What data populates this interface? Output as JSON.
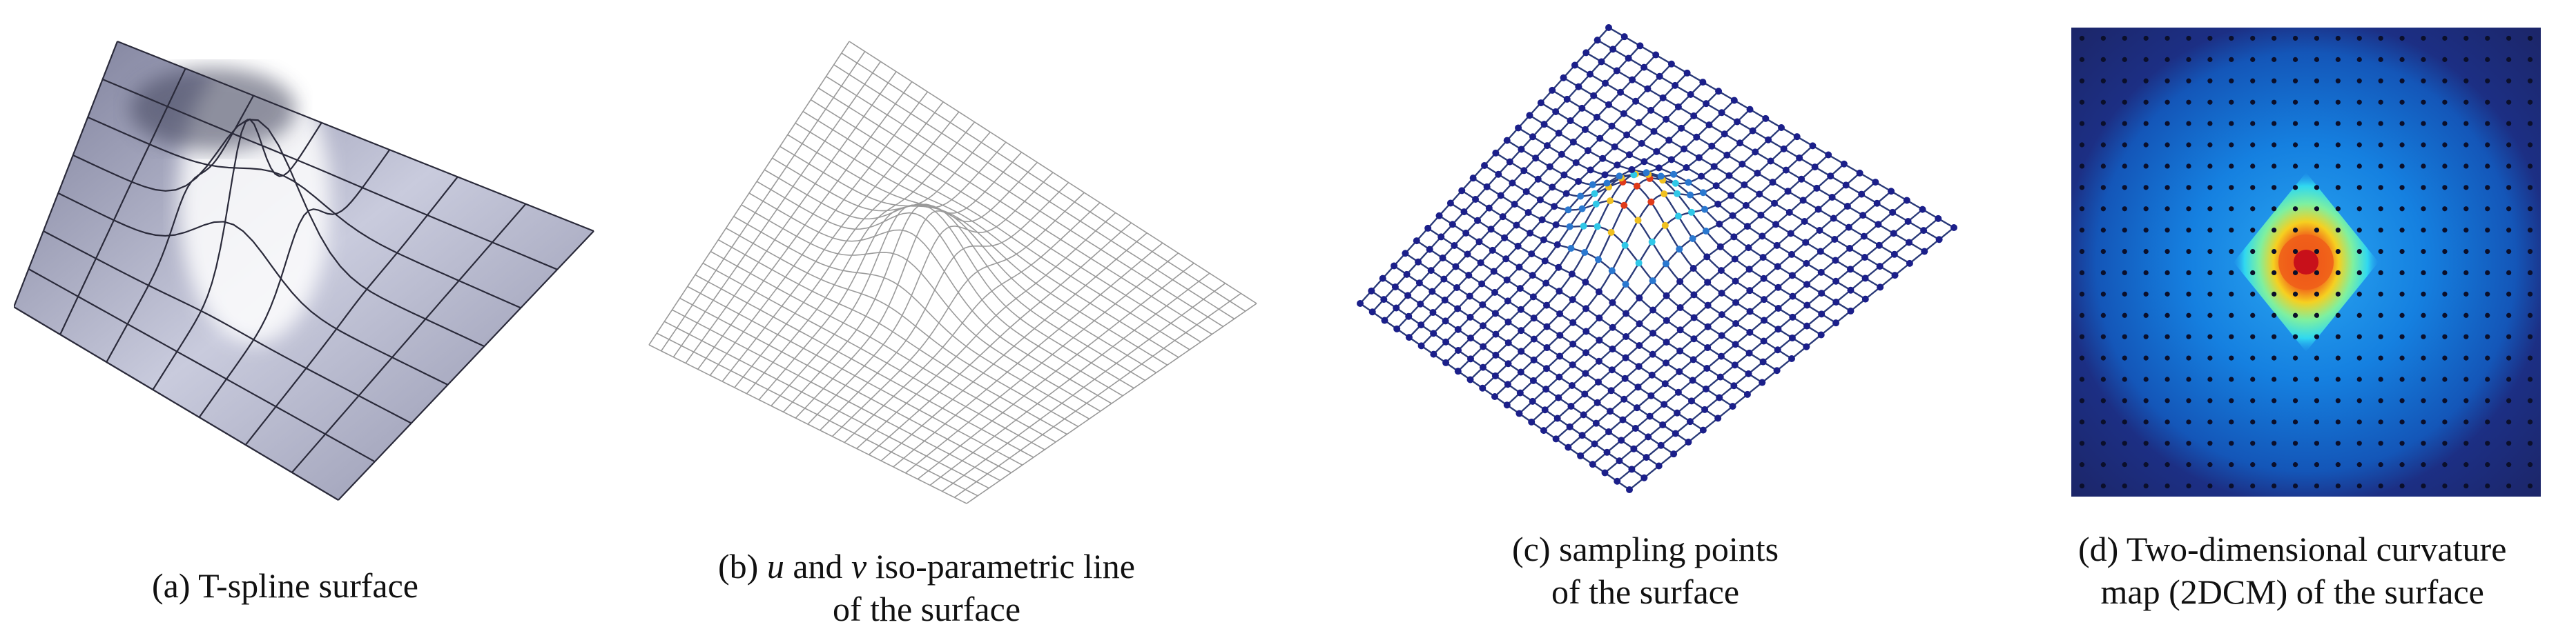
{
  "panels": [
    {
      "caption_lines": [
        "(a) T-spline surface"
      ]
    },
    {
      "caption_line1_prefix": "(b) ",
      "caption_u": "u",
      "caption_mid": " and ",
      "caption_v": "v",
      "caption_line1_suffix": " iso-parametric line",
      "caption_line2": "of the surface"
    },
    {
      "caption_lines": [
        "(c) sampling points",
        "of the surface"
      ]
    },
    {
      "caption_lines": [
        "(d) Two-dimensional curvature",
        "map (2DCM) of the surface"
      ]
    }
  ],
  "colors": {
    "surface_light": "#eef0f8",
    "surface_dark": "#6c6e8a",
    "mesh_line": "#2a2a3a",
    "iso_line": "#9a9a9a",
    "sample_point": "#1b1f8a",
    "map_background": "#1c2a6e",
    "map_peak": "#d0101a"
  },
  "icons": [
    "t-spline-surface-render",
    "iso-parametric-grid",
    "sampling-point-grid",
    "curvature-heatmap"
  ]
}
